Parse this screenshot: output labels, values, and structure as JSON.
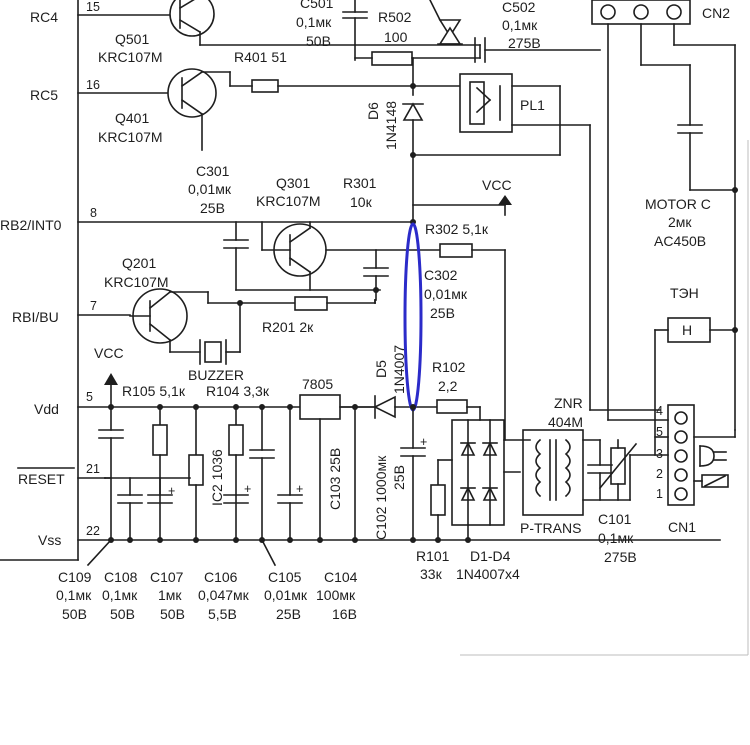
{
  "pins": {
    "rc4": "RC4",
    "rc4_num": "15",
    "rc5": "RC5",
    "rc5_num": "16",
    "rb2": "RB2/INT0",
    "rb2_num": "8",
    "rbi": "RBI/BU",
    "rbi_num": "7",
    "vdd": "Vdd",
    "vdd_num": "5",
    "reset": "RESET",
    "reset_num": "21",
    "vss": "Vss",
    "vss_num": "22"
  },
  "parts": {
    "q501": "Q501",
    "q501_type": "KRC107M",
    "q401": "Q401",
    "q401_type": "KRC107M",
    "q301": "Q301",
    "q301_type": "KRC107M",
    "q201": "Q201",
    "q201_type": "KRC107M",
    "r401": "R401 51",
    "r502": "R502",
    "r502_val": "100",
    "c501": "C501",
    "c501_v1": "0,1мк",
    "c501_v2": "50В",
    "c502": "C502",
    "c502_v1": "0,1мк",
    "c502_v2": "275В",
    "cn2": "CN2",
    "pl1": "PL1",
    "d6": "D6",
    "d6_type": "1N4148",
    "motor_c": "MOTOR C",
    "motor_c_v1": "2мк",
    "motor_c_v2": "AC450В",
    "c301": "C301",
    "c301_v1": "0,01мк",
    "c301_v2": "25В",
    "r301": "R301",
    "r301_val": "10к",
    "vcc": "VCC",
    "r302": "R302 5,1к",
    "c302": "C302",
    "c302_v1": "0,01мк",
    "c302_v2": "25В",
    "ten": "ТЭН",
    "heater": "H",
    "r201": "R201 2к",
    "buzzer": "BUZZER",
    "d5": "D5",
    "d5_type": "1N4007",
    "r102": "R102",
    "r102_val": "2,2",
    "vcc2": "VCC",
    "r105": "R105 5,1к",
    "r104": "R104 3,3к",
    "reg": "7805",
    "ic2": "IC2 1036",
    "c103": "C103 25В",
    "c102": "C102 1000мк",
    "c102_v": "25В",
    "znr": "ZNR",
    "znr_type": "404M",
    "ptrans": "P-TRANS",
    "c101": "C101",
    "c101_v1": "0,1мк",
    "c101_v2": "275В",
    "cn1": "CN1",
    "cn1_p4": "4",
    "cn1_p5": "5",
    "cn1_p3": "3",
    "cn1_p2": "2",
    "cn1_p1": "1",
    "r101": "R101",
    "r101_val": "33к",
    "d1d4": "D1-D4",
    "d1d4_type": "1N4007x4",
    "plus": "+"
  },
  "bottom_caps": {
    "c109": "C109",
    "c109_v1": "0,1мк",
    "c109_v2": "50В",
    "c108": "C108",
    "c108_v1": "0,1мк",
    "c108_v2": "50В",
    "c107": "C107",
    "c107_v1": "1мк",
    "c107_v2": "50В",
    "c106": "C106",
    "c106_v1": "0,047мк",
    "c106_v2": "5,5В",
    "c105": "C105",
    "c105_v1": "0,01мк",
    "c105_v2": "25В",
    "c104": "C104",
    "c104_v1": "100мк",
    "c104_v2": "16В"
  },
  "colors": {
    "ink": "#1e1e1e",
    "highlight": "#2b2bc9",
    "paper": "#ffffff"
  }
}
